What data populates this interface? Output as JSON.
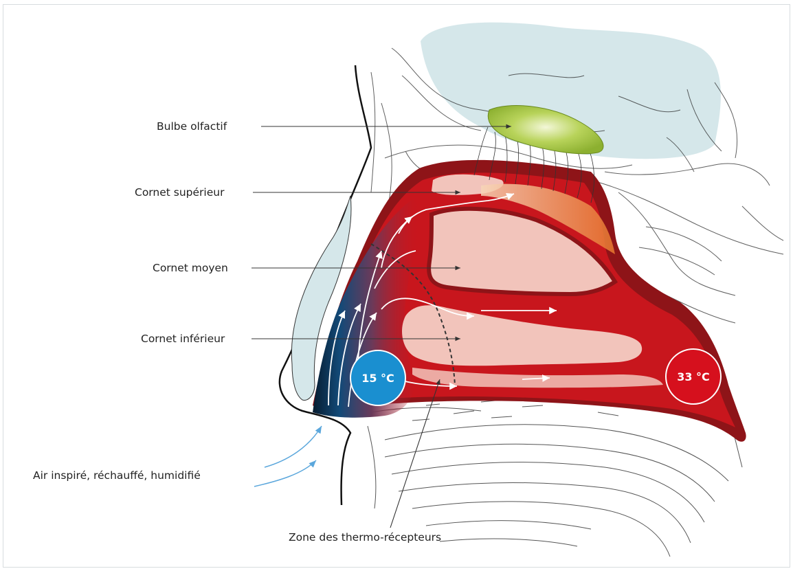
{
  "labels": {
    "bulbe": "Bulbe olfactif",
    "cornet_superieur": "Cornet supérieur",
    "cornet_moyen": "Cornet moyen",
    "cornet_inferieur": "Cornet inférieur",
    "air": "Air inspiré, réchauffé, humidifié",
    "zone": "Zone des thermo-récepteurs"
  },
  "temperatures": {
    "cold": "15 °C",
    "warm": "33 °C"
  },
  "colors": {
    "cold_badge": "#1a8fd0",
    "warm_badge": "#d6101d",
    "mucosa_dark": "#8e1418",
    "mucosa_red": "#c8161d",
    "turbinate_pink": "#f2c4bb",
    "bulb_green": "#9dc23b",
    "brain_blue": "#d5e7ea",
    "nostril_blue": "#0a2a45"
  }
}
